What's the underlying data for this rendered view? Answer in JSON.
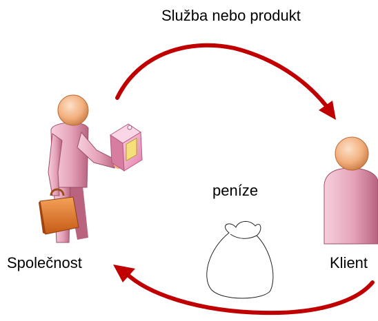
{
  "labels": {
    "service_or_product": "Služba nebo produkt",
    "money": "peníze",
    "company": "Společnost",
    "client": "Klient"
  },
  "colors": {
    "arrow": "#c00000",
    "skin": "#f4b183",
    "clothing": "#e6a6bc",
    "briefcase": "#e2762b",
    "box": "#f3a9ca"
  }
}
